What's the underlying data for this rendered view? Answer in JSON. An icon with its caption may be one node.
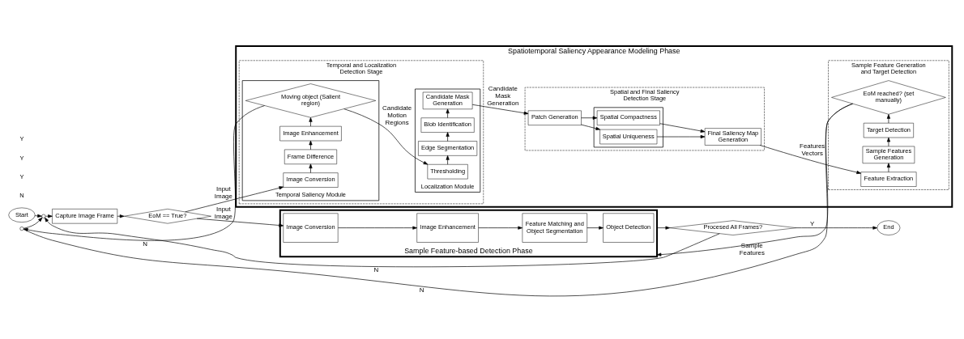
{
  "diagram": {
    "nodes": [
      {
        "text": [
          "Start"
        ]
      },
      {
        "text": [],
        "shape": "circle"
      },
      {
        "text": [],
        "shape": "circle"
      },
      {
        "text": [
          "Capture Image Frame"
        ]
      },
      {
        "text": [
          "EoM == True?"
        ]
      },
      {
        "text": [
          "Spatiotemporal Saliency Appearance Modeling Phase"
        ]
      },
      {
        "text": [
          "Temporal and Localization Detection Stage"
        ],
        "in": 5
      },
      {
        "text": [
          "Temporal Saliency Module"
        ],
        "in": 6
      },
      {
        "text": [
          "Image Conversion"
        ],
        "in": 7
      },
      {
        "text": [
          "Frame Difference"
        ],
        "in": 7
      },
      {
        "text": [
          "Image Enhancement"
        ],
        "in": 7
      },
      {
        "text": [
          "Moving object (Salient region)"
        ],
        "in": 7
      },
      {
        "text": [
          "Localization Module"
        ],
        "in": 6
      },
      {
        "text": [
          "Thresholding"
        ],
        "in": 12
      },
      {
        "text": [
          "Edge Segmentation"
        ],
        "in": 12
      },
      {
        "text": [
          "Blob Identification"
        ],
        "in": 12
      },
      {
        "text": [
          "Candidate Mask Generation"
        ],
        "in": 12
      },
      {
        "text": [
          "Spatial and Final Saliency Detection Stage"
        ],
        "in": 5
      },
      {
        "text": [
          "Patch Generation"
        ],
        "in": 17
      },
      {
        "text": [],
        "shape": "box",
        "in": 17
      },
      {
        "text": [
          "Spatial Uniqueness"
        ],
        "in": 19
      },
      {
        "text": [
          "Spatial Compactness"
        ],
        "in": 19
      },
      {
        "text": [
          "Final Saliency Map Generation"
        ],
        "in": 17
      },
      {
        "text": [
          "Sample Feature Generation and Target Detection"
        ],
        "in": 5
      },
      {
        "text": [
          "Feature Extraction"
        ],
        "in": 23
      },
      {
        "text": [
          "Sample Features Generation"
        ],
        "in": 23
      },
      {
        "text": [
          "Target Detection"
        ],
        "in": 23
      },
      {
        "text": [
          "EoM reached? (set manually)"
        ],
        "in": 23
      },
      {
        "text": [
          "Sample Feature-based Detection Phase"
        ]
      },
      {
        "text": [
          "Image Conversion"
        ],
        "in": 28
      },
      {
        "text": [
          "Image Enhancement"
        ],
        "in": 28
      },
      {
        "text": [
          "Feature Matching and Object Segmentation"
        ],
        "in": 28
      },
      {
        "text": [
          "Object Detection"
        ],
        "in": 28
      },
      {
        "text": [
          "Procesed All Frames?"
        ]
      },
      {
        "text": [
          "End"
        ]
      }
    ],
    "edges": [
      {
        "from": 0,
        "to": 2,
        "arrow": "to"
      },
      {
        "from": 2,
        "to": 3,
        "arrow": "to"
      },
      {
        "from": 1,
        "to": 2,
        "arrow": "to"
      },
      {
        "from": 3,
        "to": 4,
        "arrow": "to"
      },
      {
        "from": 4,
        "to": 8,
        "arrow": "to",
        "label": "Input Image"
      },
      {
        "from": 4,
        "to": 29,
        "arrow": "to",
        "label": "Input Image"
      },
      {
        "from": 8,
        "to": 9,
        "arrow": "to"
      },
      {
        "from": 9,
        "to": 10,
        "arrow": "to"
      },
      {
        "from": 10,
        "to": 11,
        "arrow": "to"
      },
      {
        "from": 11,
        "to": 1,
        "arrow": "to",
        "label": "N"
      },
      {
        "from": 11,
        "to": 13,
        "arrow": "to",
        "label": "Candidate Motion Regions"
      },
      {
        "from": 13,
        "to": 14,
        "arrow": "to"
      },
      {
        "from": 14,
        "to": 15,
        "arrow": "to"
      },
      {
        "from": 15,
        "to": 16,
        "arrow": "to"
      },
      {
        "from": 16,
        "to": 18,
        "arrow": "to",
        "label": "Candidate Mask Generation"
      },
      {
        "from": 18,
        "to": 20,
        "arrow": "to"
      },
      {
        "from": 18,
        "to": 21,
        "arrow": "to"
      },
      {
        "from": 20,
        "to": 22,
        "arrow": "to"
      },
      {
        "from": 21,
        "to": 22,
        "arrow": "to"
      },
      {
        "from": 22,
        "to": 24,
        "arrow": "to",
        "label": "Features Vectors"
      },
      {
        "from": 24,
        "to": 25,
        "arrow": "to"
      },
      {
        "from": 25,
        "to": 26,
        "arrow": "to"
      },
      {
        "from": 26,
        "to": 27,
        "arrow": "to"
      },
      {
        "from": 27,
        "to": 1,
        "arrow": "none",
        "label": "N"
      },
      {
        "from": 27,
        "to": 28,
        "arrow": "to",
        "label": "Sample Features"
      },
      {
        "from": 29,
        "to": 30,
        "arrow": "to"
      },
      {
        "from": 30,
        "to": 31,
        "arrow": "to"
      },
      {
        "from": 31,
        "to": 32,
        "arrow": "to"
      },
      {
        "from": 28,
        "to": 33,
        "arrow": "to"
      },
      {
        "from": 33,
        "to": 34,
        "arrow": "to",
        "label": "Y"
      },
      {
        "from": 33,
        "to": 2,
        "arrow": "to",
        "label": "N"
      }
    ],
    "labels": [
      "N",
      "Y",
      "Y",
      "Y"
    ]
  }
}
